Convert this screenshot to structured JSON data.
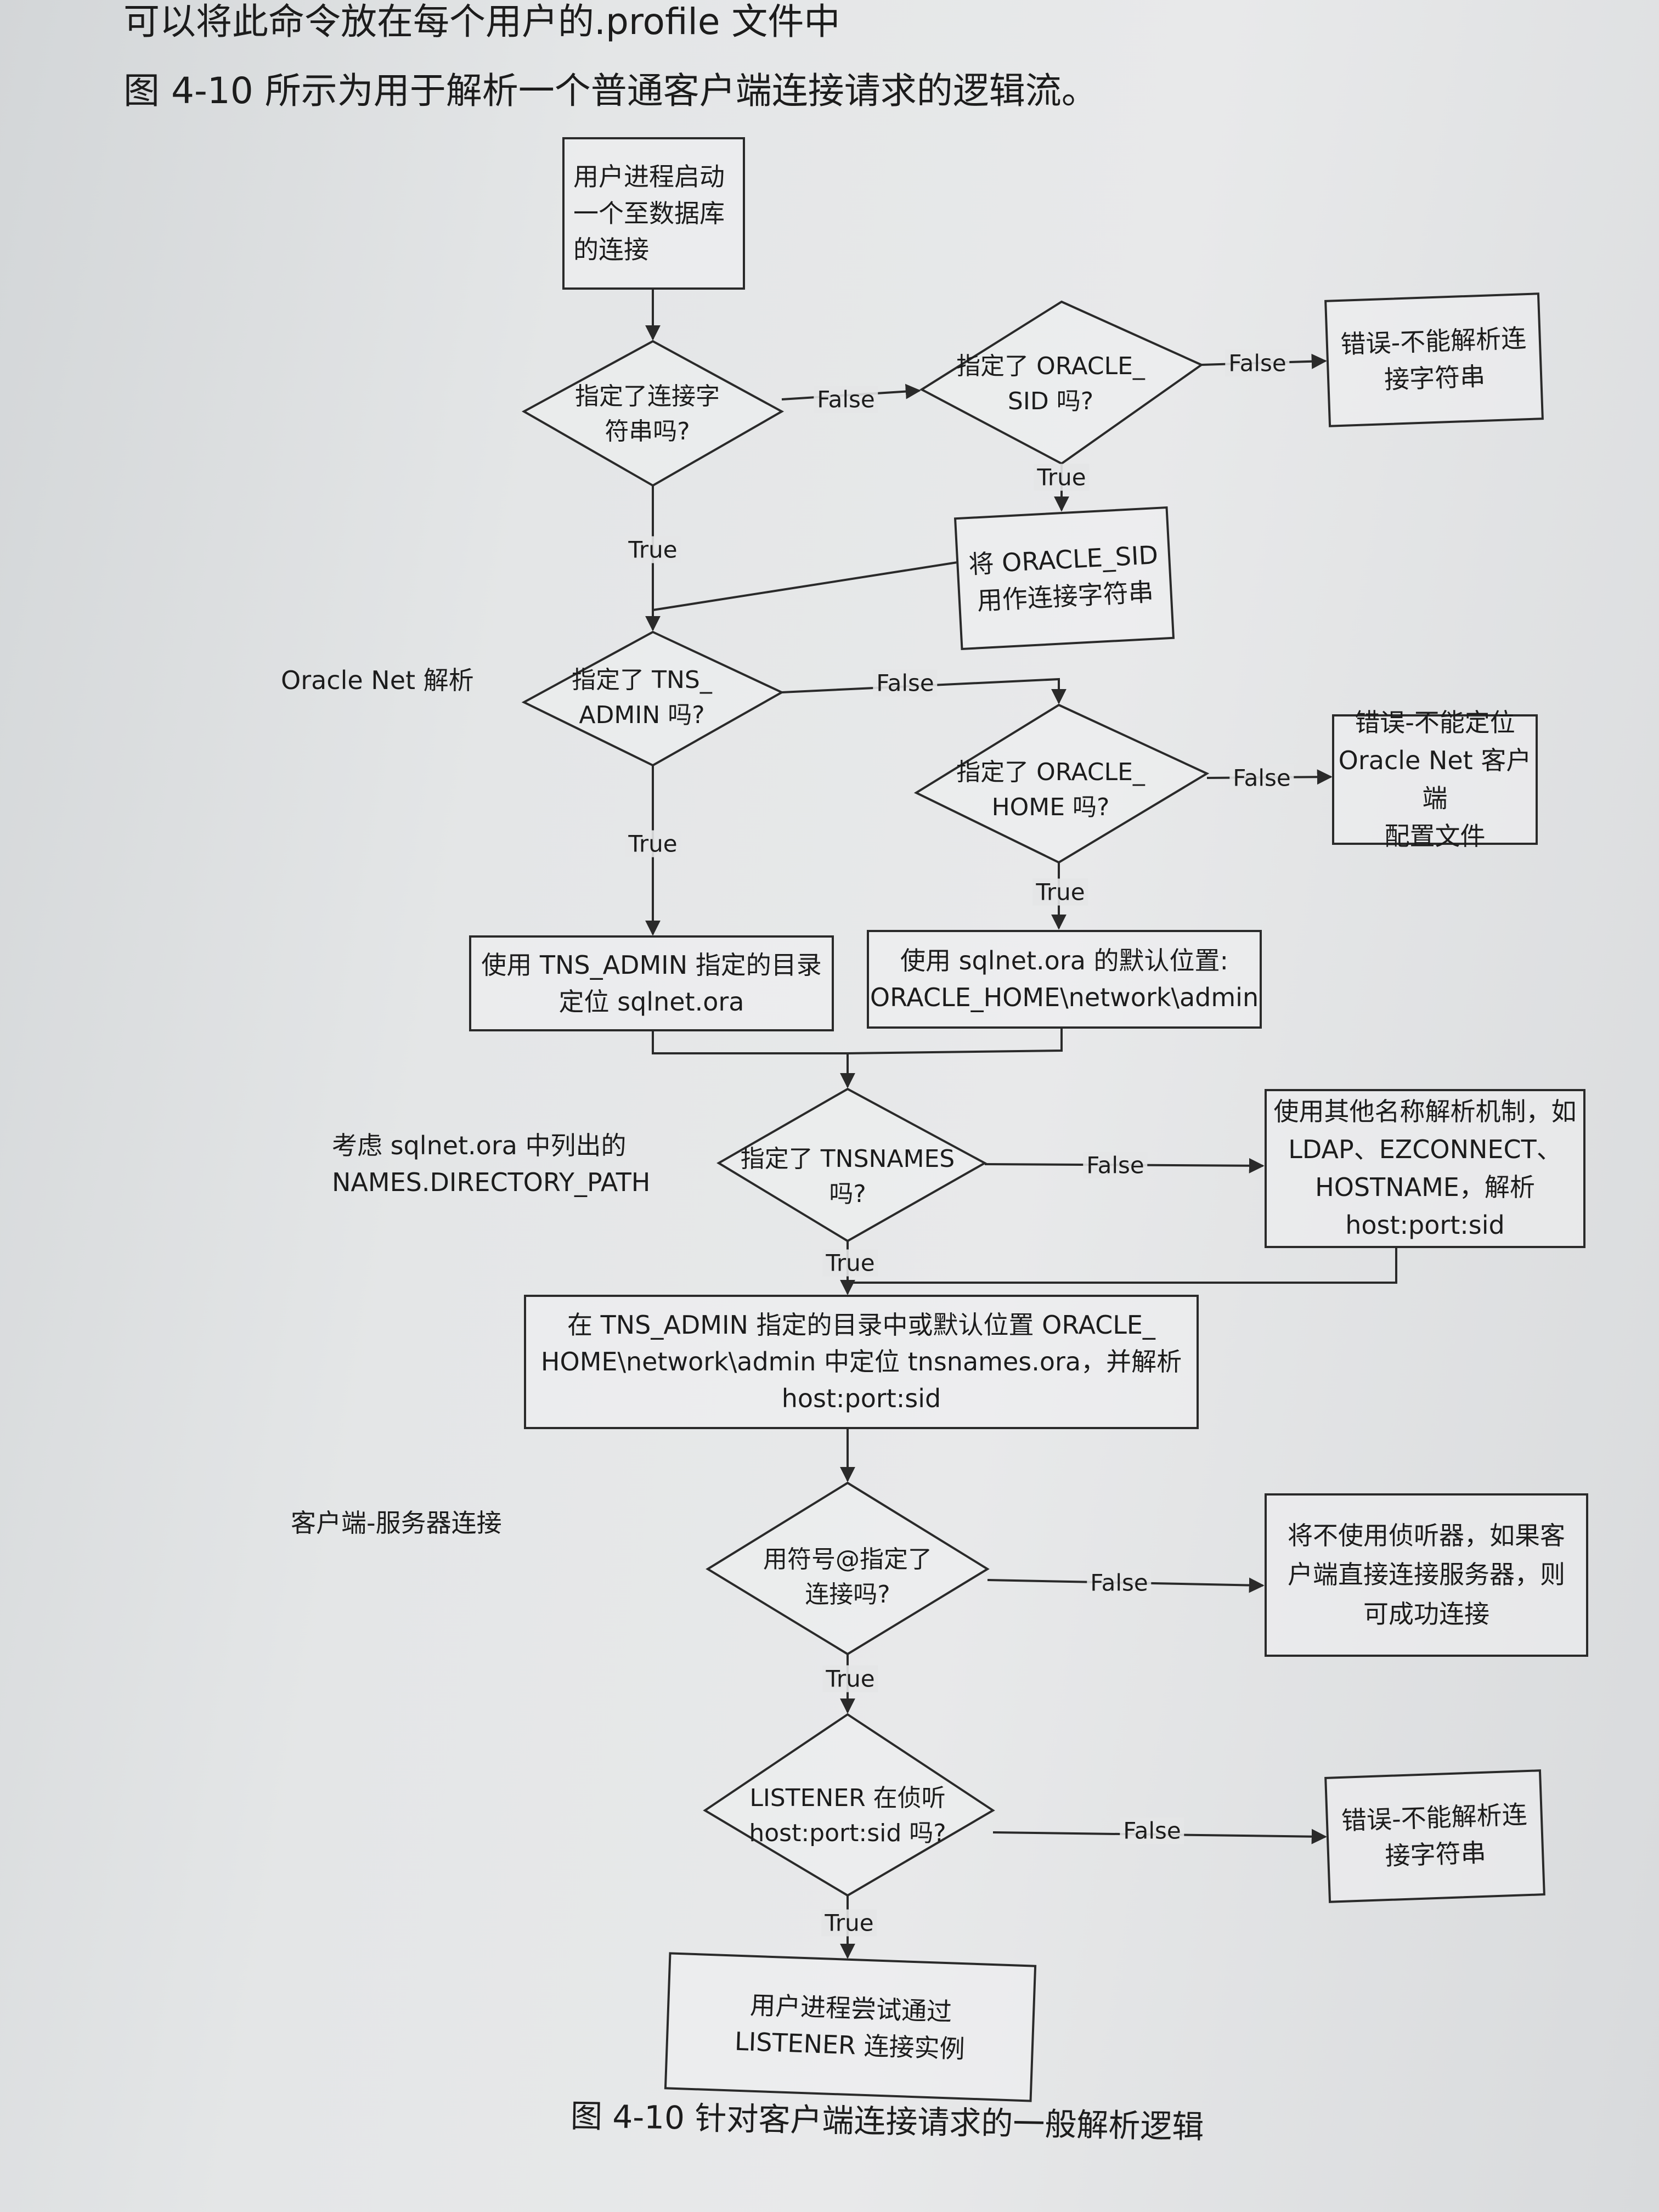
{
  "intro": {
    "line1": "可以将此命令放在每个用户的.profile 文件中",
    "line2": "图 4-10 所示为用于解析一个普通客户端连接请求的逻辑流。"
  },
  "side_labels": {
    "oracle_net": "Oracle Net 解析",
    "names_directory": "考虑 sqlnet.ora 中列出的\nNAMES.DIRECTORY_PATH",
    "client_server": "客户端-服务器连接"
  },
  "flowchart": {
    "start": "用户进程启动\n一个至数据库\n的连接",
    "q_connect_string": "指定了连接字\n符串吗?",
    "q_oracle_sid": "指定了 ORACLE_\nSID 吗?",
    "err_connect_string_1": "错误-不能解析连\n接字符串",
    "use_sid": "将 ORACLE_SID\n用作连接字符串",
    "q_tns_admin": "指定了 TNS_\nADMIN 吗?",
    "q_oracle_home": "指定了 ORACLE_\nHOME 吗?",
    "err_locate_profile": "错误-不能定位\nOracle Net 客户端\n配置文件",
    "use_tns_admin": "使用 TNS_ADMIN 指定的目录\n定位 sqlnet.ora",
    "default_sqlnet": "使用 sqlnet.ora 的默认位置:\nORACLE_HOME\\network\\admin",
    "q_tnsnames": "指定了 TNSNAMES\n吗?",
    "other_naming": "使用其他名称解析机制，如\nLDAP、EZCONNECT、\nHOSTNAME，解析\nhost:port:sid",
    "locate_tnsnames": "在 TNS_ADMIN 指定的目录中或默认位置 ORACLE_\nHOME\\network\\admin 中定位 tnsnames.ora，并解析\nhost:port:sid",
    "q_at_sign": "用符号@指定了\n连接吗?",
    "no_listener": "将不使用侦听器，如果客\n户端直接连接服务器，则\n可成功连接",
    "q_listener": "LISTENER 在侦听\nhost:port:sid 吗?",
    "err_connect_string_2": "错误-不能解析连\n接字符串",
    "end": "用户进程尝试通过\nLISTENER 连接实例",
    "label_true": "True",
    "label_false": "False"
  },
  "caption": "图 4-10    针对客户端连接请求的一般解析逻辑",
  "colors": {
    "ink": "#2a2a2a",
    "paper": "#e4e6e7"
  }
}
